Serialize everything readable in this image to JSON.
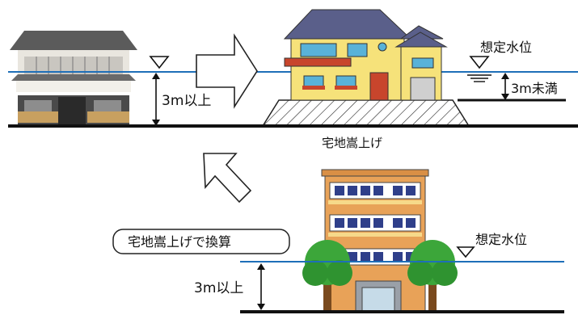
{
  "labels": {
    "depth_left": "3m以上",
    "expected_level_right": "想定水位",
    "depth_right": "3m未満",
    "embankment": "宅地嵩上げ",
    "conversion_box": "宅地嵩上げで換算",
    "expected_level_bottom": "想定水位",
    "depth_bottom": "3m以上"
  },
  "colors": {
    "water_line": "#1e6fb8",
    "ground": "#111111"
  }
}
